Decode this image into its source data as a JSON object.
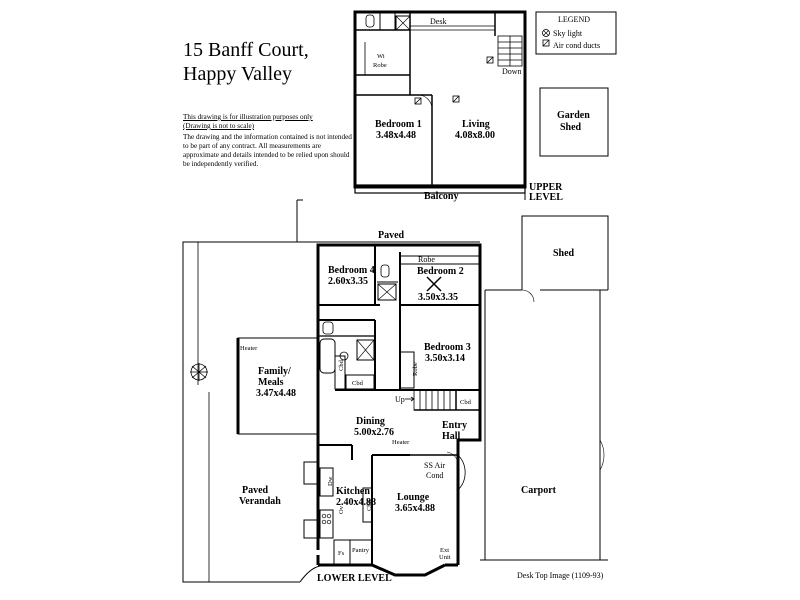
{
  "title": {
    "line1": "15 Banff Court,",
    "line2": "Happy Valley"
  },
  "disclaimer": {
    "line1": "This drawing is for illustration purposes only",
    "line2": "(Drawing is not to scale)",
    "body": "The drawing and the information contained is not intended to be part of any contract.  All measurements are approximate and details intended to be relied upon should be independently verified."
  },
  "legend": {
    "heading": "LEGEND",
    "skylight": "Sky light",
    "aircond": "Air cond ducts"
  },
  "upper": {
    "level_label_1": "UPPER",
    "level_label_2": "LEVEL",
    "desk": "Desk",
    "down": "Down",
    "wi_1": "Wi",
    "wi_2": "Robe",
    "bed1_name": "Bedroom 1",
    "bed1_size": "3.48x4.48",
    "living_name": "Living",
    "living_size": "4.08x8.00",
    "balcony": "Balcony"
  },
  "garden_shed": {
    "line1": "Garden",
    "line2": "Shed"
  },
  "lower": {
    "paved_top": "Paved",
    "shed": "Shed",
    "bed4_name": "Bedroom 4",
    "bed4_size": "2.60x3.35",
    "robe": "Robe",
    "bed2_name": "Bedroom 2",
    "bed2_size": "3.50x3.35",
    "bed3_name": "Bedroom 3",
    "bed3_size": "3.50x3.14",
    "robe_v": "Robe",
    "heater_1": "Heater",
    "family_1": "Family/",
    "family_2": "Meals",
    "family_size": "3.47x4.48",
    "cbd_1": "Cbd",
    "cbd_2": "Cbd",
    "cbd_3": "Cbd",
    "cbd_4": "Cbd",
    "up": "Up",
    "dining_name": "Dining",
    "dining_size": "5.00x2.76",
    "entry_1": "Entry",
    "entry_2": "Hall",
    "heater_2": "Heater",
    "ss_1": "SS Air",
    "ss_2": "Cond",
    "kitchen_name": "Kitchen",
    "kitchen_size": "2.40x4.88",
    "dw": "Dw",
    "ov": "Ov",
    "lounge_name": "Lounge",
    "lounge_size": "3.65x4.88",
    "carport": "Carport",
    "paved_v_1": "Paved",
    "paved_v_2": "Verandah",
    "fs": "Fs",
    "pantry": "Pantry",
    "ext_1": "Ext",
    "ext_2": "Unit",
    "level_label": "LOWER LEVEL"
  },
  "credit": "Desk Top Image  (1109-93)"
}
